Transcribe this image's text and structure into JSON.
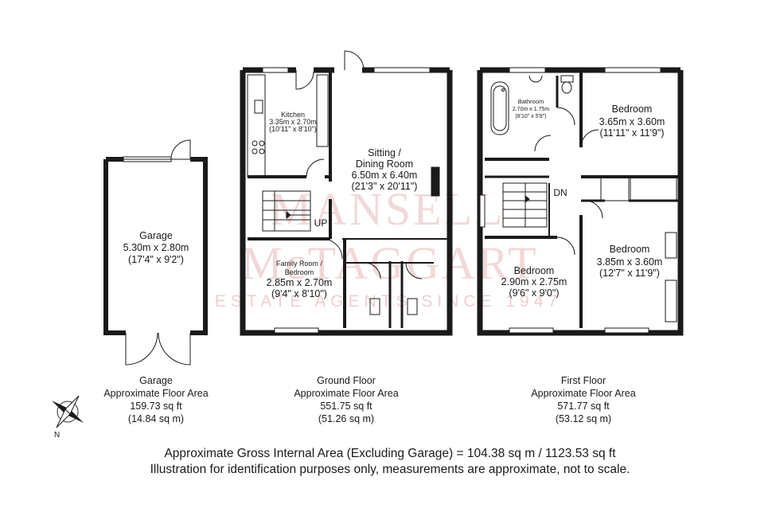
{
  "watermark": {
    "brand_line1": "MANSELL",
    "brand_line2": "McTAGGART",
    "tagline": "ESTATE AGENTS SINCE 1947"
  },
  "garage": {
    "room_name": "Garage",
    "room_metric": "5.30m x 2.80m",
    "room_imperial": "(17'4\" x 9'2\")",
    "caption_title": "Garage",
    "caption_area_label": "Approximate Floor Area",
    "caption_sqft": "159.73 sq ft",
    "caption_sqm": "(14.84 sq m)"
  },
  "ground_floor": {
    "kitchen": {
      "name": "Kitchen",
      "metric": "3.35m x 2.70m",
      "imperial": "(10'11\" x 8'10\")"
    },
    "sitting": {
      "name_line1": "Sitting /",
      "name_line2": "Dining Room",
      "metric": "6.50m x 6.40m",
      "imperial": "(21'3\" x 20'11\")"
    },
    "family": {
      "name_line1": "Family Room /",
      "name_line2": "Bedroom",
      "metric": "2.85m x 2.70m",
      "imperial": "(9'4\" x 8'10\")"
    },
    "stairs_label": "UP",
    "caption_title": "Ground Floor",
    "caption_area_label": "Approximate Floor Area",
    "caption_sqft": "551.75 sq ft",
    "caption_sqm": "(51.26 sq m)"
  },
  "first_floor": {
    "bathroom": {
      "name": "Bathroom",
      "metric": "2.70m x 1.75m",
      "imperial": "(8'10\" x 5'8\")"
    },
    "bedroom_top_right": {
      "name": "Bedroom",
      "metric": "3.65m x 3.60m",
      "imperial": "(11'11\" x 11'9\")"
    },
    "bedroom_bottom_left": {
      "name": "Bedroom",
      "metric": "2.90m x 2.75m",
      "imperial": "(9'6\" x 9'0\")"
    },
    "bedroom_bottom_right": {
      "name": "Bedroom",
      "metric": "3.85m x 3.60m",
      "imperial": "(12'7\" x 11'9\")"
    },
    "stairs_label": "DN",
    "caption_title": "First Floor",
    "caption_area_label": "Approximate Floor Area",
    "caption_sqft": "571.77 sq ft",
    "caption_sqm": "(53.12 sq m)"
  },
  "compass": {
    "north_label": "N"
  },
  "footer": {
    "gross_area": "Approximate Gross Internal Area (Excluding Garage) = 104.38 sq m / 1123.53 sq ft",
    "disclaimer": "Illustration for identification purposes only, measurements are approximate, not to scale."
  },
  "colors": {
    "wall": "#1a1a1a",
    "line": "#333333",
    "watermark": "#e2a9ad"
  }
}
